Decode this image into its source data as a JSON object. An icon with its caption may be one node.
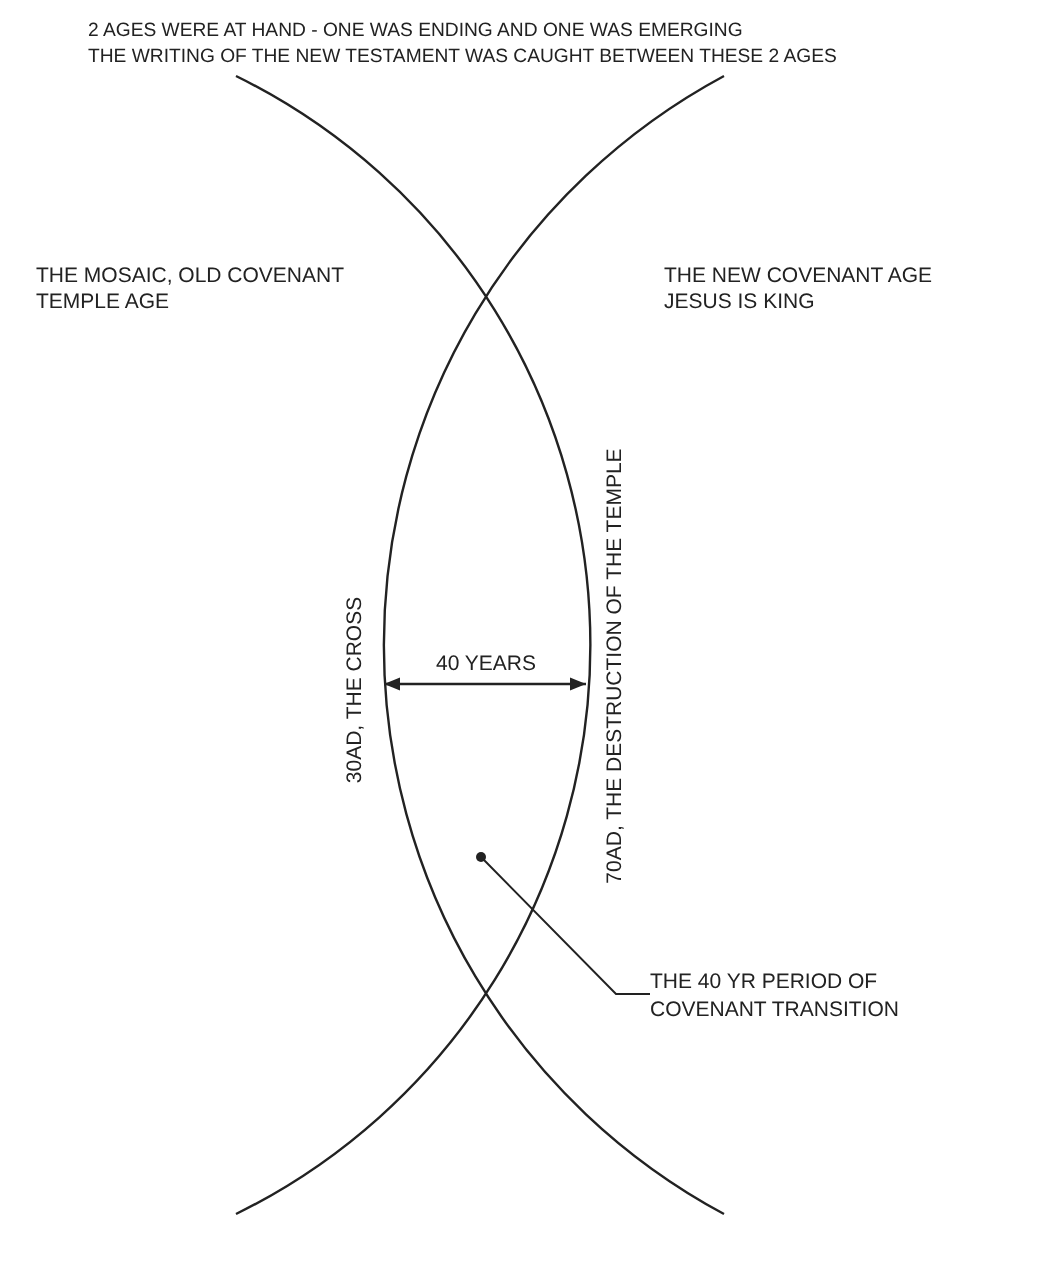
{
  "diagram": {
    "title": "2 AGES WERE AT HAND - ONE WAS ENDING AND ONE WAS EMERGING",
    "nodes": [
      {
        "text": [
          "THE 40 YR PERIOD OF COVENANT TRANSITION"
        ]
      },
      {
        "text": [],
        "shape": "circle"
      }
    ],
    "edges": [
      {
        "from": 0,
        "to": 1,
        "arrow": "none"
      }
    ],
    "labels": [
      "THE WRITING OF THE NEW TESTAMENT WAS CAUGHT BETWEEN THESE 2 AGES",
      "THE MOSAIC, OLD COVENANT TEMPLE AGE",
      "THE NEW COVENANT AGE JESUS IS KING",
      "30AD, THE CROSS",
      "40 YEARS",
      "70AD, THE DESTRUCTION OF THE TEMPLE"
    ]
  }
}
